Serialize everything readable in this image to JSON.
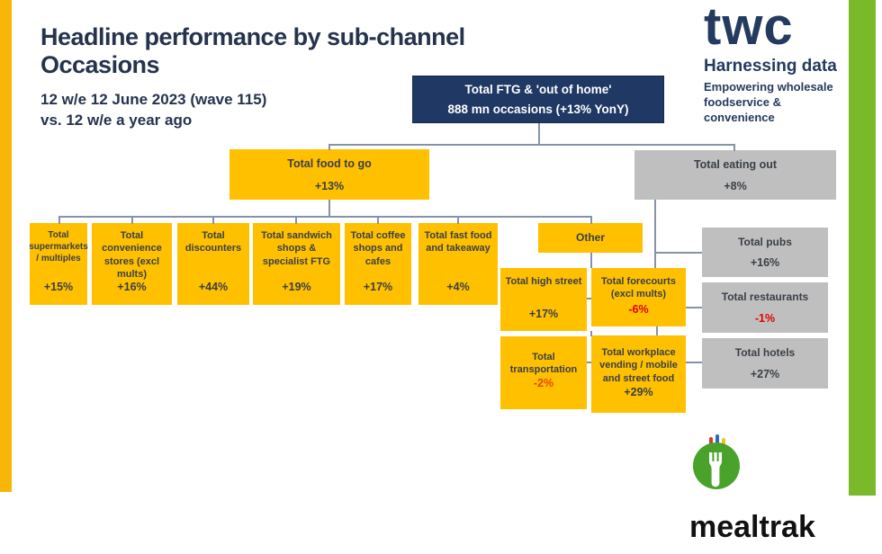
{
  "header": {
    "title_line1": "Headline performance by sub-channel",
    "title_line2": "Occasions",
    "subtitle_line1": "12 w/e 12 June 2023 (wave 115)",
    "subtitle_line2": "vs. 12 w/e a year ago"
  },
  "branding": {
    "twc_wordmark": "twc",
    "twc_tagline": "Harnessing data",
    "twc_subline1": "Empowering wholesale",
    "twc_subline2": "foodservice & convenience",
    "mealtrak_wordmark": "mealtrak"
  },
  "colors": {
    "accent_yellow": "#FFC000",
    "accent_navy": "#203864",
    "accent_gray": "#BFBFBF",
    "sidebar_yellow": "#F8B608",
    "sidebar_green": "#7AB929",
    "connector_gray": "#8593A9",
    "negative_red": "#E00000",
    "negative_orange": "#E04A00"
  },
  "diagram": {
    "root": {
      "line1": "Total FTG & 'out of home'",
      "line2": "888 mn occasions (+13% YonY)"
    },
    "food_to_go": {
      "label": "Total food to go",
      "value": "+13%"
    },
    "eating_out": {
      "label": "Total eating out",
      "value": "+8%"
    },
    "ftg_children": [
      {
        "label": "Total supermarkets / multiples",
        "value": "+15%"
      },
      {
        "label": "Total convenience stores (excl mults)",
        "value": "+16%"
      },
      {
        "label": "Total discounters",
        "value": "+44%"
      },
      {
        "label": "Total sandwich shops & specialist FTG",
        "value": "+19%"
      },
      {
        "label": "Total coffee shops and cafes",
        "value": "+17%"
      },
      {
        "label": "Total fast food and takeaway",
        "value": "+4%"
      },
      {
        "label": "Other",
        "value": ""
      }
    ],
    "other_children": [
      {
        "label": "Total high street",
        "value": "+17%"
      },
      {
        "label": "Total forecourts (excl mults)",
        "value": "-6%",
        "value_color": "#E00000"
      },
      {
        "label": "Total transportation",
        "value": "-2%",
        "value_color": "#E04A00"
      },
      {
        "label": "Total workplace vending / mobile and street food",
        "value": "+29%"
      }
    ],
    "eating_out_children": [
      {
        "label": "Total pubs",
        "value": "+16%"
      },
      {
        "label": "Total restaurants",
        "value": "-1%",
        "value_color": "#E00000"
      },
      {
        "label": "Total hotels",
        "value": "+27%"
      }
    ]
  }
}
